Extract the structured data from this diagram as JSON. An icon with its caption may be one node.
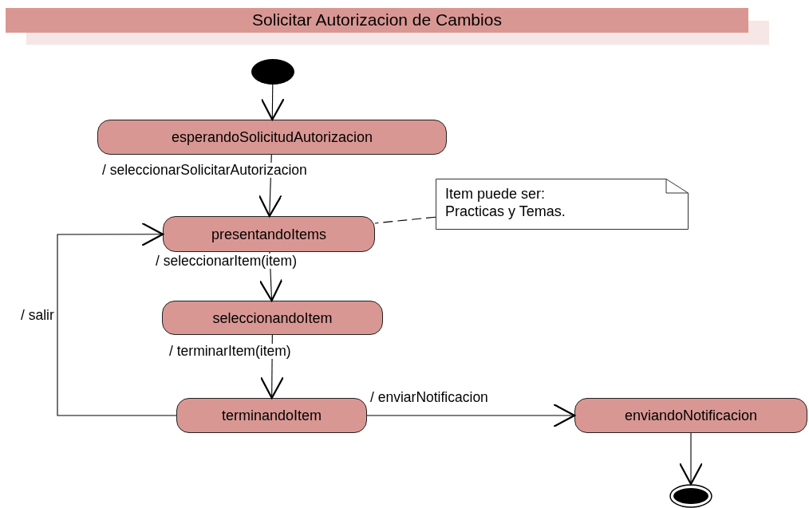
{
  "diagram": {
    "title": "Solicitar Autorizacion de Cambios",
    "nodes": [
      {
        "text": [],
        "shape": "circle"
      },
      {
        "text": [
          "esperandoSolicitudAutorizacion"
        ]
      },
      {
        "text": [
          "presentandoItems"
        ]
      },
      {
        "text": [
          "Item puede ser: Practicas y Temas."
        ]
      },
      {
        "text": [
          "seleccionandoItem"
        ]
      },
      {
        "text": [
          "terminandoItem"
        ]
      },
      {
        "text": [
          "enviandoNotificacion"
        ]
      },
      {
        "text": [],
        "shape": "circle"
      }
    ],
    "edges": [
      {
        "from": 0,
        "to": 1,
        "arrow": "to"
      },
      {
        "from": 1,
        "to": 2,
        "arrow": "to",
        "label": "/ seleccionarSolicitarAutorizacion"
      },
      {
        "from": 3,
        "to": 2,
        "arrow": "none",
        "style": "dashed"
      },
      {
        "from": 2,
        "to": 4,
        "arrow": "to",
        "label": "/ seleccionarItem(item)"
      },
      {
        "from": 4,
        "to": 5,
        "arrow": "to",
        "label": "/ terminarItem(item)"
      },
      {
        "from": 5,
        "to": 2,
        "arrow": "to",
        "label": "/ salir"
      },
      {
        "from": 5,
        "to": 6,
        "arrow": "to",
        "label": "/ enviarNotificacion"
      },
      {
        "from": 6,
        "to": 7,
        "arrow": "to"
      }
    ]
  }
}
